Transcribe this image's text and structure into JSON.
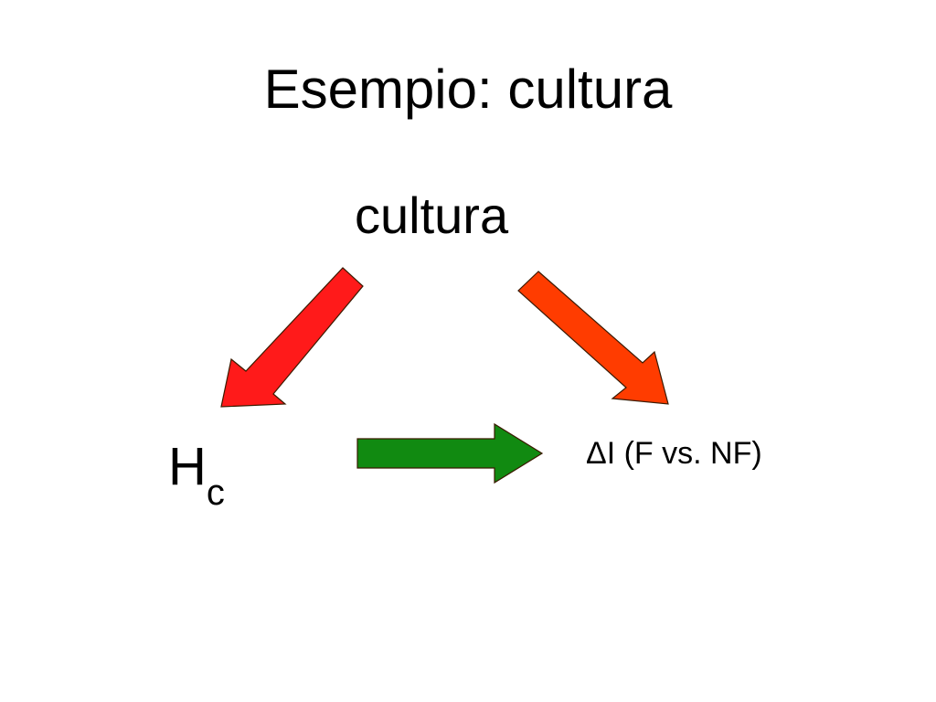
{
  "slide": {
    "title": "Esempio: cultura",
    "nodes": {
      "top": "cultura",
      "left_main": "H",
      "left_sub": "c",
      "right": "ΔI (F vs. NF)"
    },
    "colors": {
      "arrow_left": "#ff1a1a",
      "arrow_right": "#ff3c00",
      "arrow_bottom": "#118a11",
      "stroke": "#3a1a00"
    }
  }
}
